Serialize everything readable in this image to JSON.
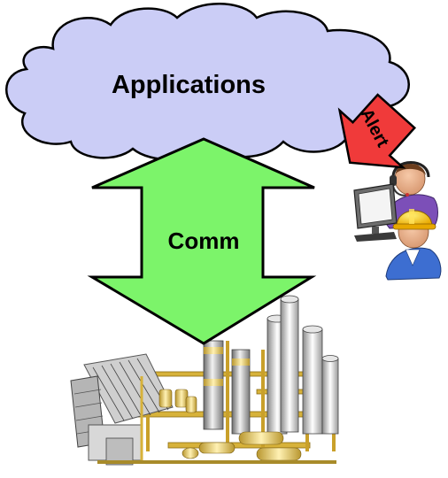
{
  "cloud": {
    "label": "Applications",
    "fill": "#cbcdf6"
  },
  "comm_arrow": {
    "label": "Comm",
    "fill": "#7cf46a"
  },
  "alert_arrow": {
    "label": "Alert",
    "fill": "#f03a3a"
  },
  "icons": {
    "operator": "operator-with-headset-icon",
    "monitor": "computer-monitor-icon",
    "worker": "hard-hat-worker-icon",
    "plant": "industrial-plant-icon"
  }
}
